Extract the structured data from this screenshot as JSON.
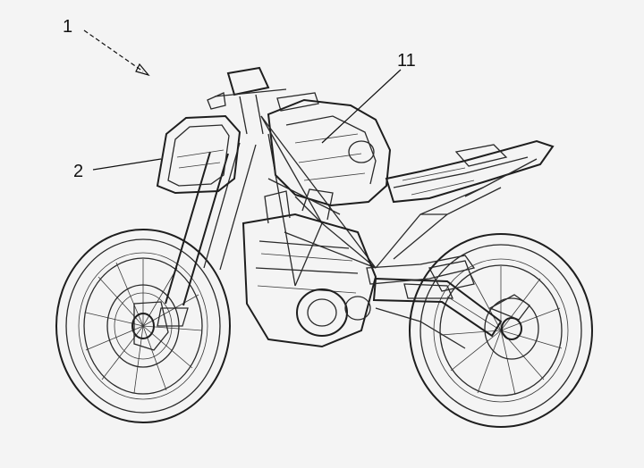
{
  "references": [
    {
      "id": "motorcycle",
      "label": "1"
    },
    {
      "id": "headlight-fairing",
      "label": "2"
    },
    {
      "id": "fuel-tank",
      "label": "11"
    }
  ],
  "colors": {
    "background": "#f4f4f4",
    "line": "#2a2a2a",
    "label": "#111111"
  }
}
